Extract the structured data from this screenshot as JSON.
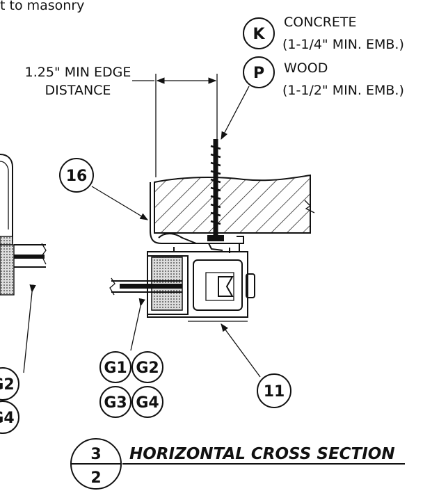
{
  "top_note": "t to masonry",
  "anchors": [
    {
      "id": "K",
      "material": "CONCRETE",
      "embed": "(1-1/4\" MIN. EMB.)"
    },
    {
      "id": "P",
      "material": "WOOD",
      "embed": "(1-1/2\" MIN. EMB.)"
    }
  ],
  "edge_distance": {
    "line1": "1.25\" MIN EDGE",
    "line2": "DISTANCE"
  },
  "callouts": {
    "part16": "16",
    "part11": "11"
  },
  "glazing_refs": [
    "G1",
    "G2",
    "G3",
    "G4"
  ],
  "partial_refs": [
    "G2",
    "G4"
  ],
  "section": {
    "number": "3",
    "sheet": "2",
    "title": "HORIZONTAL CROSS SECTION"
  },
  "colors": {
    "ink": "#111111",
    "paper": "#ffffff"
  }
}
